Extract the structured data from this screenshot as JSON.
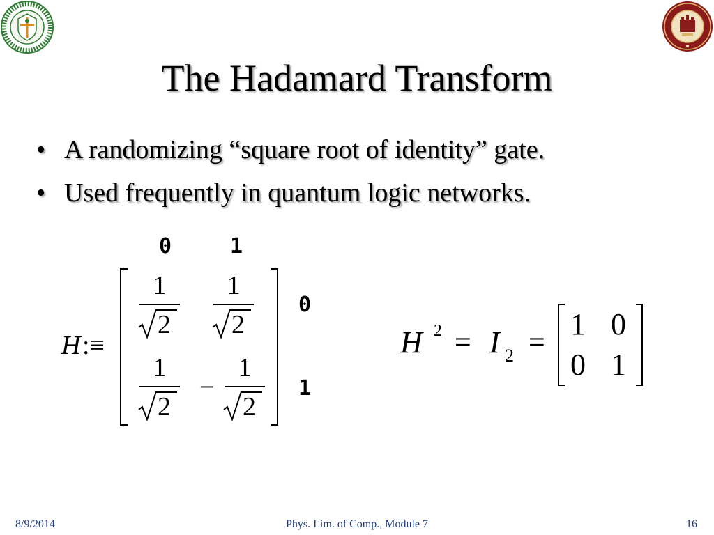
{
  "logos": {
    "left": {
      "icon": "famu-seal-icon",
      "color": "#2e7d32"
    },
    "right": {
      "icon": "fsu-seal-icon",
      "color": "#8b1a1a"
    }
  },
  "title": "The Hadamard Transform",
  "bullets": [
    {
      "marker": "•",
      "text": "A randomizing “square root of identity” gate."
    },
    {
      "marker": "•",
      "text": "Used frequently in quantum logic networks."
    }
  ],
  "hadamard": {
    "lhs_symbol": "H",
    "definition_operator": ":≡",
    "column_labels": [
      "0",
      "1"
    ],
    "row_labels": [
      "0",
      "1"
    ],
    "numerator": "1",
    "radicand": "2",
    "minus_sign": "−"
  },
  "identity_eq": {
    "lhs_symbol": "H",
    "exponent": "2",
    "equals_1": "=",
    "identity_symbol": "I",
    "identity_subscript": "2",
    "equals_2": "=",
    "matrix": [
      [
        "1",
        "0"
      ],
      [
        "0",
        "1"
      ]
    ]
  },
  "footer": {
    "date": "8/9/2014",
    "course": "Phys. Lim. of Comp., Module 7",
    "page": "16"
  }
}
